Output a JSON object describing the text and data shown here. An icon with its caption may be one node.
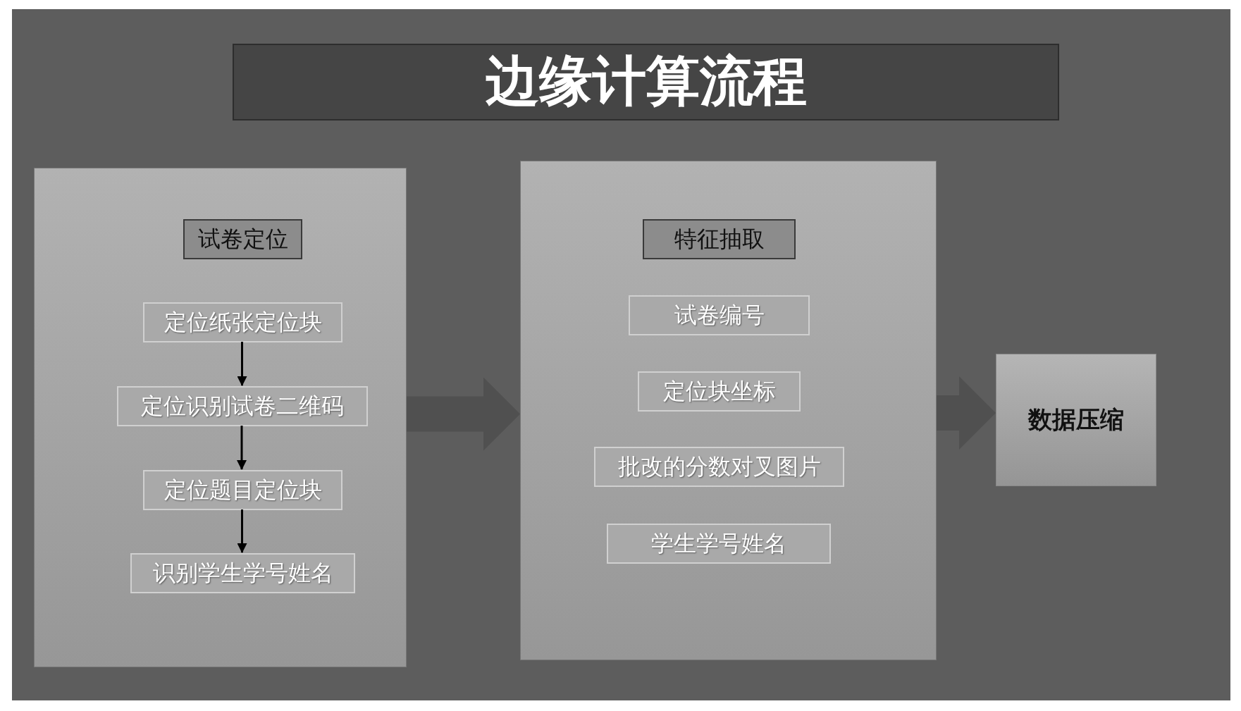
{
  "diagram": {
    "title": "边缘计算流程",
    "nodes": [
      {
        "text": [],
        "shape": "box"
      },
      {
        "text": [
          "试卷定位"
        ],
        "in": 0
      },
      {
        "text": [
          "定位纸张定位块"
        ],
        "in": 0
      },
      {
        "text": [
          "定位识别试卷二维码"
        ],
        "in": 0
      },
      {
        "text": [
          "定位题目定位块"
        ],
        "in": 0
      },
      {
        "text": [
          "识别学生学号姓名"
        ],
        "in": 0
      },
      {
        "text": [],
        "shape": "box"
      },
      {
        "text": [
          "特征抽取"
        ],
        "in": 6
      },
      {
        "text": [
          "试卷编号"
        ],
        "in": 6
      },
      {
        "text": [
          "定位块坐标"
        ],
        "in": 6
      },
      {
        "text": [
          "批改的分数对叉图片"
        ],
        "in": 6
      },
      {
        "text": [
          "学生学号姓名"
        ],
        "in": 6
      },
      {
        "text": [
          "数据压缩"
        ]
      }
    ],
    "edges": [
      {
        "from": 2,
        "to": 3,
        "arrow": "to"
      },
      {
        "from": 3,
        "to": 4,
        "arrow": "to"
      },
      {
        "from": 4,
        "to": 5,
        "arrow": "to"
      },
      {
        "from": 0,
        "to": 6,
        "arrow": "to",
        "style": "thick"
      },
      {
        "from": 6,
        "to": 12,
        "arrow": "to",
        "style": "thick"
      }
    ]
  }
}
